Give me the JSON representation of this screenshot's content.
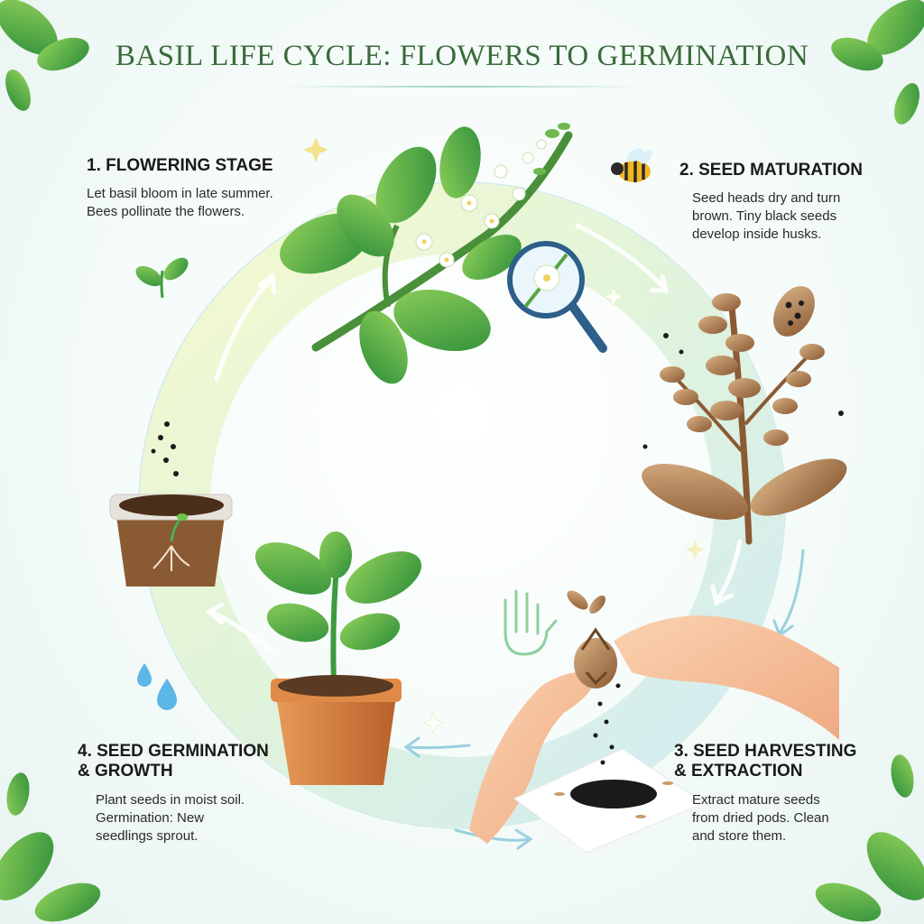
{
  "title": "BASIL LIFE CYCLE: FLOWERS TO GERMINATION",
  "stages": [
    {
      "heading": "1. FLOWERING STAGE",
      "lines": [
        "Let basil bloom in late summer.",
        "Bees pollinate the flowers."
      ]
    },
    {
      "heading": "2. SEED MATURATION",
      "lines": [
        "Seed heads dry and turn",
        "brown. Tiny black seeds",
        "develop inside husks."
      ]
    },
    {
      "heading_lines": [
        "3. SEED HARVESTING",
        "& EXTRACTION"
      ],
      "lines": [
        "Extract mature seeds",
        "from dried pods. Clean",
        "and store them."
      ]
    },
    {
      "heading_lines": [
        "4. SEED GERMINATION",
        "& GROWTH"
      ],
      "lines": [
        "Plant seeds in moist soil.",
        "Germination: New",
        "seedlings sprout."
      ]
    }
  ],
  "icons": [
    "basil-flower-branch-icon",
    "magnifier-flower-icon",
    "bee-icon",
    "dried-seed-head-icon",
    "seed-pod-icon",
    "hands-harvesting-icon",
    "seed-pile-icon",
    "seedling-pot-icon",
    "sprouting-pot-icon",
    "water-drop-icon",
    "hand-icon",
    "corner-leaves-icon"
  ],
  "colors": {
    "title": "#3a6b3a",
    "leaf": "#4caf50",
    "leaf_dark": "#2e7d32",
    "dried": "#a87a4f",
    "pot": "#d27a3e",
    "cycle_ring": "#cfe9b8"
  }
}
